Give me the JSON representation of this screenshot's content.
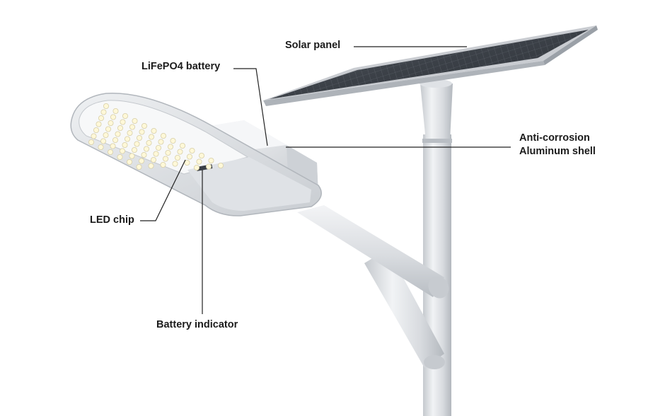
{
  "labels": {
    "solar_panel": "Solar panel",
    "battery": "LiFePO4 battery",
    "shell_line1": "Anti-corrosion",
    "shell_line2": "Aluminum shell",
    "led_chip": "LED chip",
    "battery_indicator": "Battery indicator"
  },
  "colors": {
    "pole_light": "#eceef1",
    "pole_mid": "#d2d6db",
    "pole_dark": "#a9aeb5",
    "panel_cell": "#3f444b",
    "panel_frame": "#c9ccd1",
    "led": "#fff8d8",
    "leader_line": "#222222",
    "text": "#1c1c1c"
  }
}
